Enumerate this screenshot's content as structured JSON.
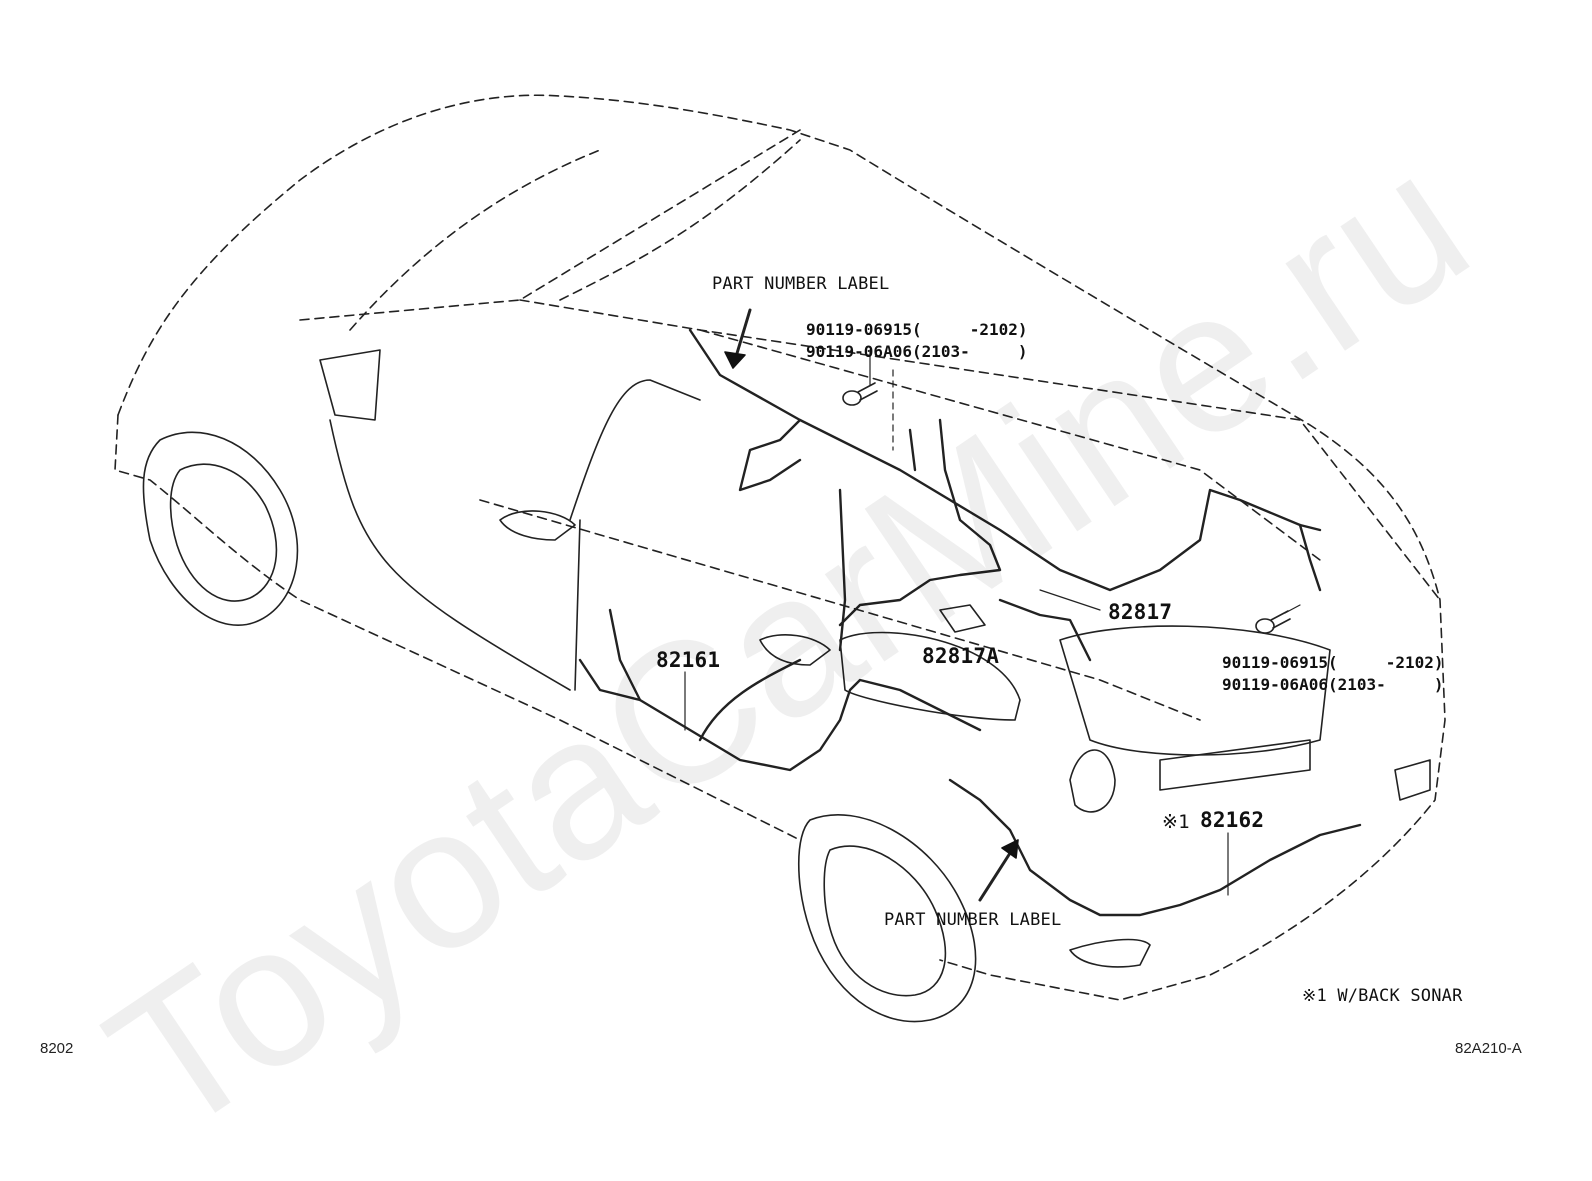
{
  "watermark": "ToyotaCarMine.ru",
  "labels": {
    "part_number_label_top": "PART NUMBER LABEL",
    "part_number_label_bottom": "PART NUMBER LABEL",
    "bolt_top_line1": "90119-06915(     -2102)",
    "bolt_top_line2": "90119-06A06(2103-     )",
    "bolt_right_line1": "90119-06915(     -2102)",
    "bolt_right_line2": "90119-06A06(2103-     )",
    "part_82161": "82161",
    "part_82817": "82817",
    "part_82817a": "82817A",
    "part_82162_mark": "※1",
    "part_82162": "82162",
    "note_back_sonar": "※1 W/BACK SONAR"
  },
  "footer": {
    "page_code": "8202",
    "figure_code": "82A210-A"
  }
}
